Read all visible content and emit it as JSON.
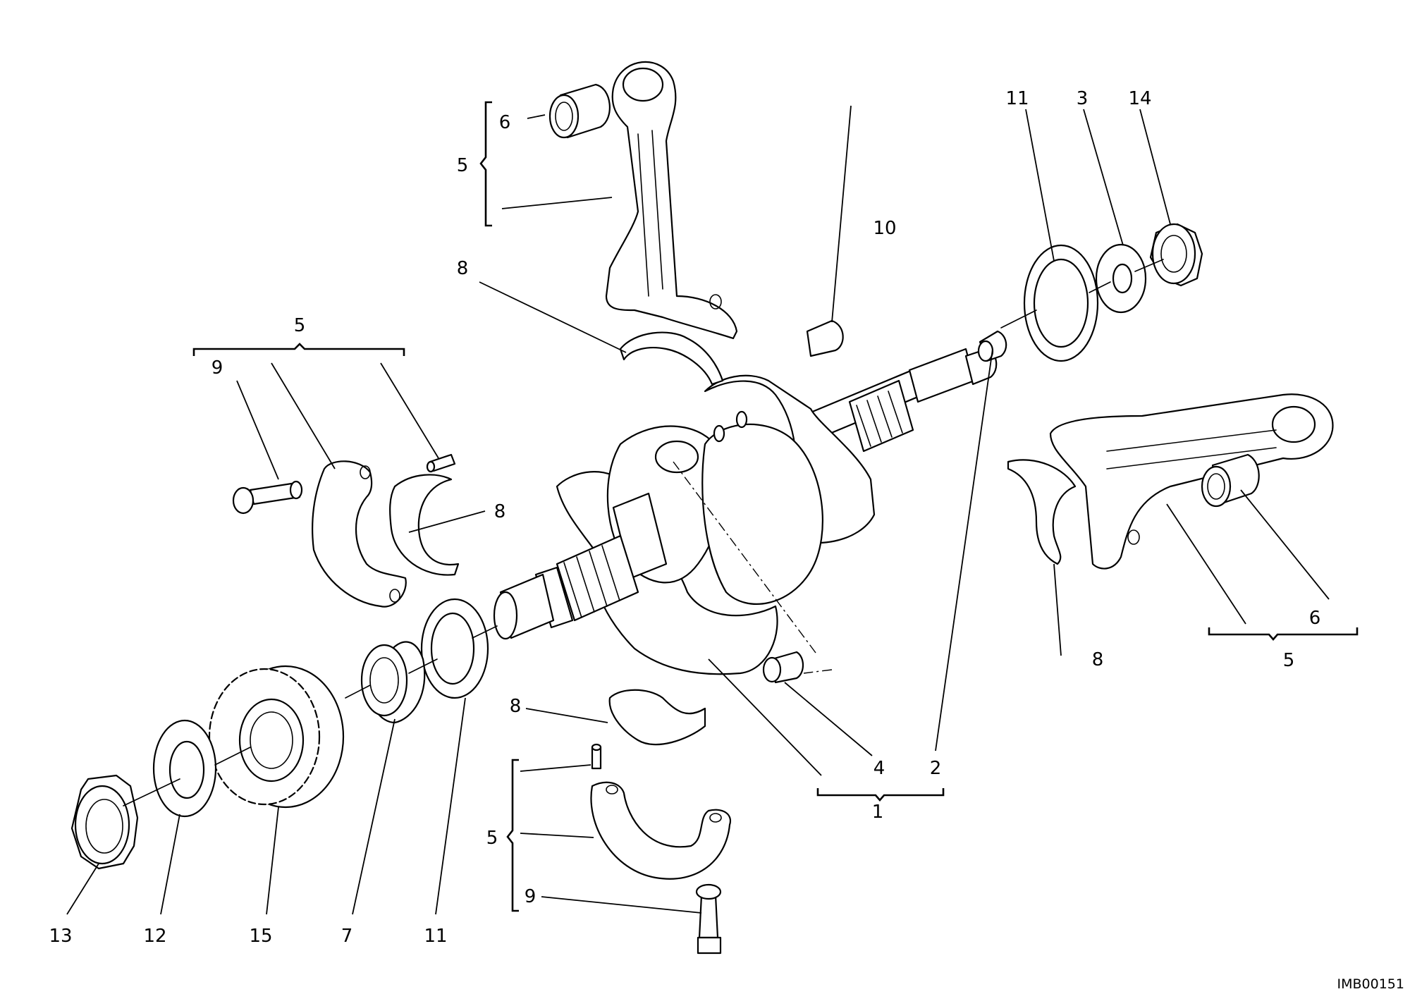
{
  "diagram_ref": "IMB00151",
  "callouts": [
    {
      "label": "1"
    },
    {
      "label": "2"
    },
    {
      "label": "3"
    },
    {
      "label": "4"
    },
    {
      "label": "5"
    },
    {
      "label": "5"
    },
    {
      "label": "5"
    },
    {
      "label": "5"
    },
    {
      "label": "6"
    },
    {
      "label": "6"
    },
    {
      "label": "7"
    },
    {
      "label": "8"
    },
    {
      "label": "8"
    },
    {
      "label": "8"
    },
    {
      "label": "8"
    },
    {
      "label": "9"
    },
    {
      "label": "9"
    },
    {
      "label": "10"
    },
    {
      "label": "11"
    },
    {
      "label": "11"
    },
    {
      "label": "12"
    },
    {
      "label": "13"
    },
    {
      "label": "14"
    },
    {
      "label": "15"
    }
  ]
}
